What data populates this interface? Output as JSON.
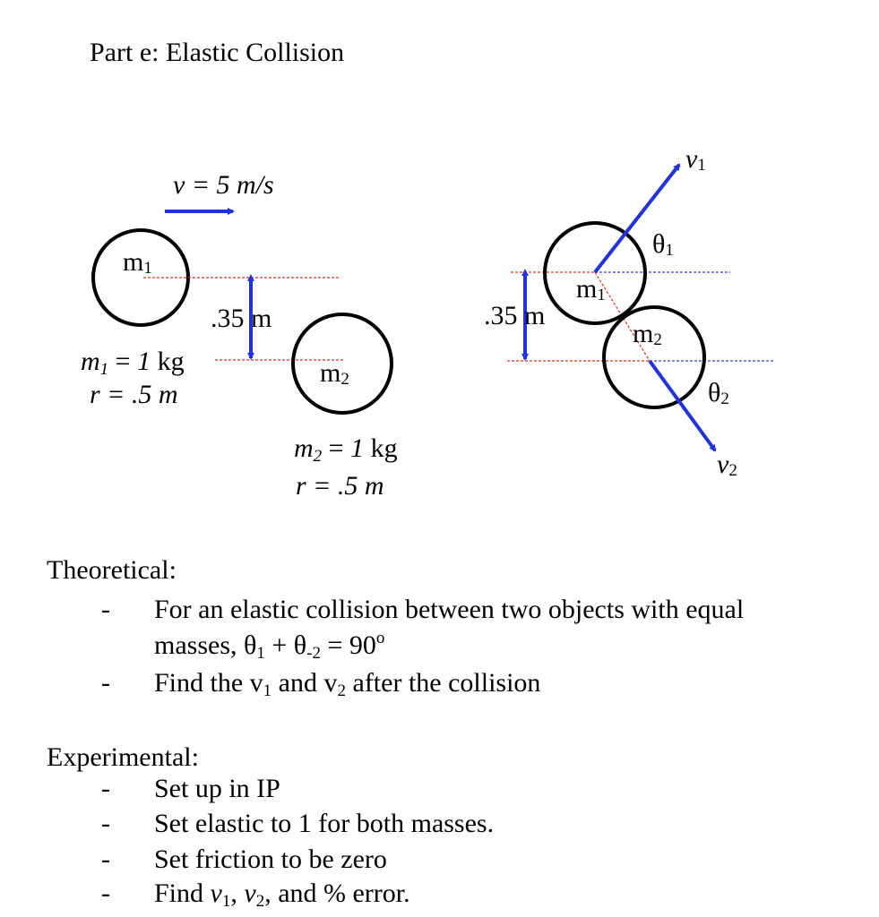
{
  "title": "Part e: Elastic Collision",
  "before": {
    "velocity": "v = 5 m/s",
    "m1_label": "m",
    "m1_sub": "1",
    "m2_label": "m",
    "m2_sub": "2",
    "distance": ".35 m",
    "m1_mass_pre": "m",
    "m1_mass_sub": "1",
    "m1_mass_eq": " = ",
    "m1_mass_val": "1",
    "m1_mass_unit": " kg",
    "m1_radius": "r = .5 m",
    "m2_mass_pre": "m",
    "m2_mass_sub": "2",
    "m2_mass_eq": " = ",
    "m2_mass_val": "1",
    "m2_mass_unit": " kg",
    "m2_radius": "r = .5 m"
  },
  "after": {
    "v1": "v",
    "v1_sub": "1",
    "v2": "v",
    "v2_sub": "2",
    "theta1": "θ",
    "theta1_sub": "1",
    "theta2": "θ",
    "theta2_sub": "2",
    "m1_label": "m",
    "m1_sub": "1",
    "m2_label": "m",
    "m2_sub": "2",
    "distance": ".35 m"
  },
  "theoretical": {
    "heading": "Theoretical:",
    "bullet": "-",
    "item1_line1": "For an elastic collision between two objects with equal",
    "item1_line2_a": "masses, θ",
    "item1_line2_s1": "1",
    "item1_line2_b": " + θ",
    "item1_line2_s2": "-2",
    "item1_line2_c": " = 90",
    "item1_line2_deg": "o",
    "item2_a": "Find the v",
    "item2_s1": "1",
    "item2_b": " and v",
    "item2_s2": "2",
    "item2_c": " after the collision"
  },
  "experimental": {
    "heading": "Experimental:",
    "bullet": "-",
    "items": [
      "Set up in IP",
      "Set elastic to 1 for both masses.",
      "Set friction to be zero"
    ],
    "item4_a": "Find ",
    "item4_v1": "v",
    "item4_s1": "1",
    "item4_b": ", ",
    "item4_v2": "v",
    "item4_s2": "2",
    "item4_c": ",  and % error."
  },
  "colors": {
    "arrow": "#2233dd",
    "red_dash": "#e03020",
    "blue_dash": "#3344bb"
  }
}
